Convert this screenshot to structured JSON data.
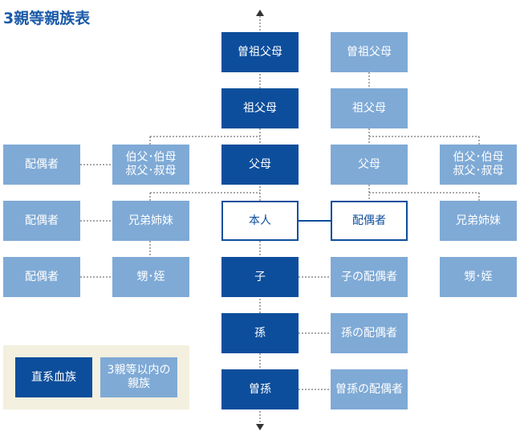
{
  "title": "3親等親族表",
  "legend": {
    "direct": "直系血族",
    "relatives": "3親等以内の\n親族"
  },
  "boxes": {
    "greatGrandparents_self": "曽祖父母",
    "greatGrandparents_spouse": "曽祖父母",
    "grandparents_self": "祖父母",
    "grandparents_spouse": "祖父母",
    "spouse_uncles": "配偶者",
    "uncles_aunts_self": "伯父･伯母\n叔父･叔母",
    "parents_self": "父母",
    "parents_spouse": "父母",
    "uncles_aunts_spouse": "伯父･伯母\n叔父･叔母",
    "spouse_siblings": "配偶者",
    "siblings_self": "兄弟姉妹",
    "self": "本人",
    "spouse": "配偶者",
    "siblings_spouse": "兄弟姉妹",
    "spouse_nephews": "配偶者",
    "nephews_self": "甥･姪",
    "child": "子",
    "child_spouse": "子の配偶者",
    "nephews_spouse": "甥･姪",
    "grandchild": "孫",
    "grandchild_spouse": "孫の配偶者",
    "greatGrandchild": "曽孫",
    "greatGrandchild_spouse": "曽孫の配偶者"
  },
  "colors": {
    "direct": "#0d4e9c",
    "relative": "#7faad6",
    "title": "#1a5aa8",
    "legend_bg": "#f3f0df"
  }
}
